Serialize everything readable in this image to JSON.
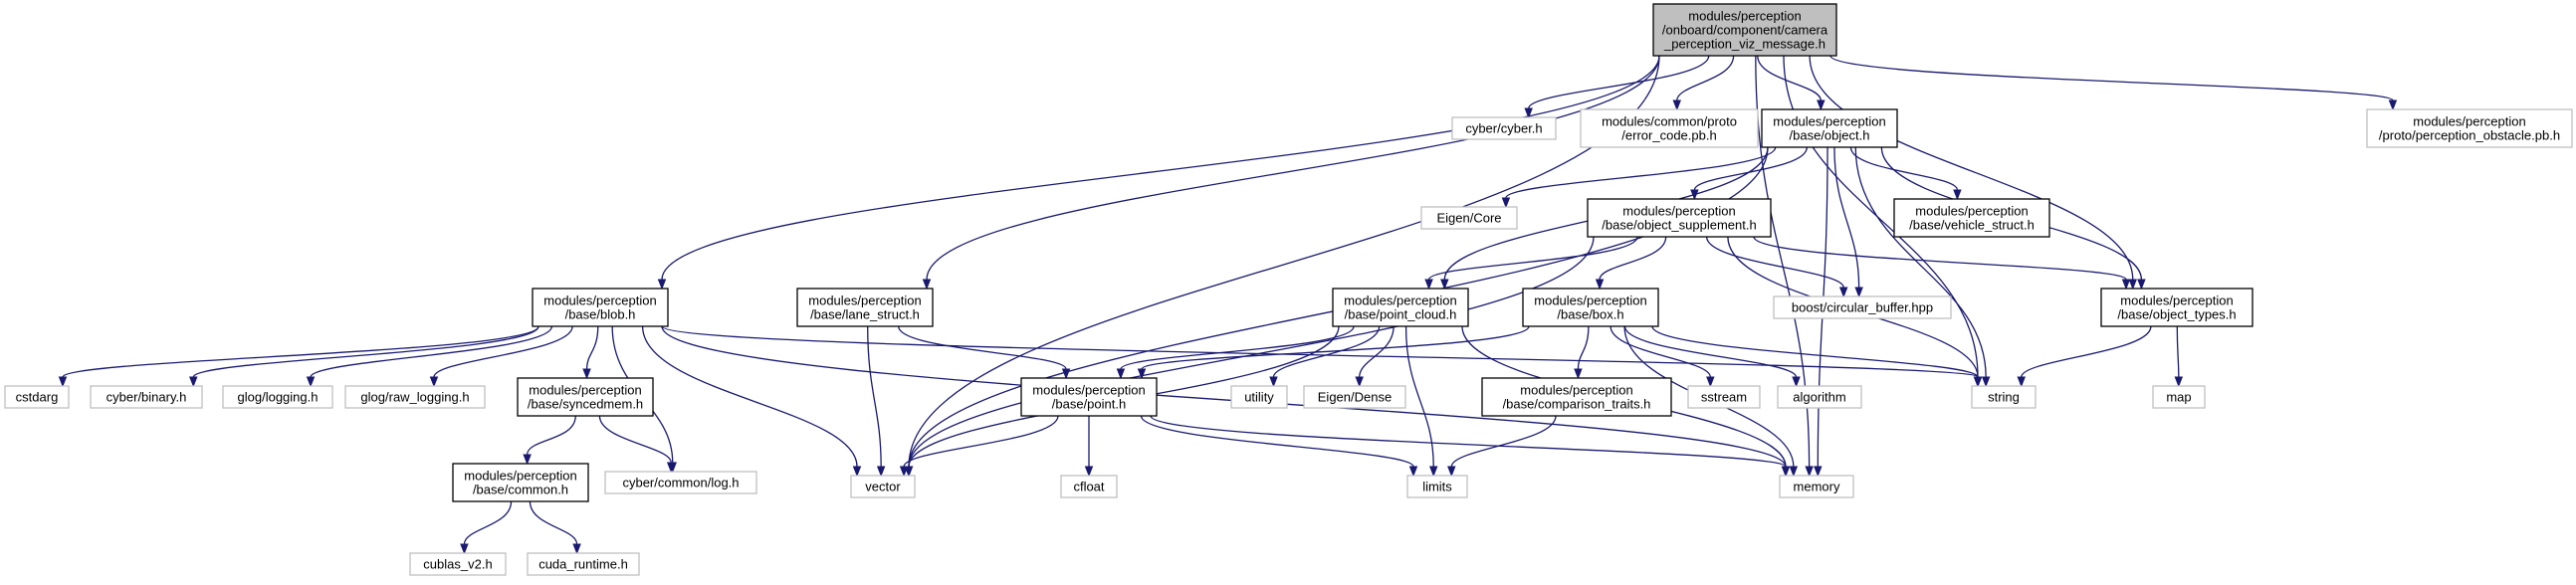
{
  "graph": {
    "nodes": [
      {
        "id": "root",
        "lines": [
          "modules/perception",
          "/onboard/component/camera",
          "_perception_viz_message.h"
        ]
      },
      {
        "id": "cyber_h",
        "lines": [
          "cyber/cyber.h"
        ]
      },
      {
        "id": "error_code",
        "lines": [
          "modules/common/proto",
          "/error_code.pb.h"
        ]
      },
      {
        "id": "object_h",
        "lines": [
          "modules/perception",
          "/base/object.h"
        ]
      },
      {
        "id": "perception_obstacle",
        "lines": [
          "modules/perception",
          "/proto/perception_obstacle.pb.h"
        ]
      },
      {
        "id": "eigen_core",
        "lines": [
          "Eigen/Core"
        ]
      },
      {
        "id": "object_supplement",
        "lines": [
          "modules/perception",
          "/base/object_supplement.h"
        ]
      },
      {
        "id": "vehicle_struct",
        "lines": [
          "modules/perception",
          "/base/vehicle_struct.h"
        ]
      },
      {
        "id": "blob_h",
        "lines": [
          "modules/perception",
          "/base/blob.h"
        ]
      },
      {
        "id": "lane_struct",
        "lines": [
          "modules/perception",
          "/base/lane_struct.h"
        ]
      },
      {
        "id": "point_cloud",
        "lines": [
          "modules/perception",
          "/base/point_cloud.h"
        ]
      },
      {
        "id": "box_h",
        "lines": [
          "modules/perception",
          "/base/box.h"
        ]
      },
      {
        "id": "circular_buffer",
        "lines": [
          "boost/circular_buffer.hpp"
        ]
      },
      {
        "id": "object_types",
        "lines": [
          "modules/perception",
          "/base/object_types.h"
        ]
      },
      {
        "id": "cstdarg",
        "lines": [
          "cstdarg"
        ]
      },
      {
        "id": "cyber_binary",
        "lines": [
          "cyber/binary.h"
        ]
      },
      {
        "id": "glog_logging",
        "lines": [
          "glog/logging.h"
        ]
      },
      {
        "id": "glog_raw",
        "lines": [
          "glog/raw_logging.h"
        ]
      },
      {
        "id": "syncedmem",
        "lines": [
          "modules/perception",
          "/base/syncedmem.h"
        ]
      },
      {
        "id": "point_h",
        "lines": [
          "modules/perception",
          "/base/point.h"
        ]
      },
      {
        "id": "utility",
        "lines": [
          "utility"
        ]
      },
      {
        "id": "eigen_dense",
        "lines": [
          "Eigen/Dense"
        ]
      },
      {
        "id": "comparison_traits",
        "lines": [
          "modules/perception",
          "/base/comparison_traits.h"
        ]
      },
      {
        "id": "sstream",
        "lines": [
          "sstream"
        ]
      },
      {
        "id": "algorithm",
        "lines": [
          "algorithm"
        ]
      },
      {
        "id": "string",
        "lines": [
          "string"
        ]
      },
      {
        "id": "map",
        "lines": [
          "map"
        ]
      },
      {
        "id": "common_h",
        "lines": [
          "modules/perception",
          "/base/common.h"
        ]
      },
      {
        "id": "cyber_log",
        "lines": [
          "cyber/common/log.h"
        ]
      },
      {
        "id": "vector",
        "lines": [
          "vector"
        ]
      },
      {
        "id": "cfloat",
        "lines": [
          "cfloat"
        ]
      },
      {
        "id": "limits",
        "lines": [
          "limits"
        ]
      },
      {
        "id": "memory",
        "lines": [
          "memory"
        ]
      },
      {
        "id": "cublas",
        "lines": [
          "cublas_v2.h"
        ]
      },
      {
        "id": "cuda_runtime",
        "lines": [
          "cuda_runtime.h"
        ]
      }
    ],
    "edges": [
      [
        "root",
        "cyber_h"
      ],
      [
        "root",
        "error_code"
      ],
      [
        "root",
        "object_h"
      ],
      [
        "root",
        "perception_obstacle"
      ],
      [
        "root",
        "blob_h"
      ],
      [
        "root",
        "lane_struct"
      ],
      [
        "root",
        "vector"
      ],
      [
        "root",
        "object_types"
      ],
      [
        "root",
        "string"
      ],
      [
        "root",
        "memory"
      ],
      [
        "object_h",
        "eigen_core"
      ],
      [
        "object_h",
        "object_supplement"
      ],
      [
        "object_h",
        "vehicle_struct"
      ],
      [
        "object_h",
        "point_cloud"
      ],
      [
        "object_h",
        "circular_buffer"
      ],
      [
        "object_h",
        "object_types"
      ],
      [
        "object_h",
        "string"
      ],
      [
        "object_h",
        "vector"
      ],
      [
        "object_h",
        "memory"
      ],
      [
        "object_supplement",
        "point_cloud"
      ],
      [
        "object_supplement",
        "box_h"
      ],
      [
        "object_supplement",
        "circular_buffer"
      ],
      [
        "object_supplement",
        "object_types"
      ],
      [
        "object_supplement",
        "string"
      ],
      [
        "object_supplement",
        "vector"
      ],
      [
        "blob_h",
        "cstdarg"
      ],
      [
        "blob_h",
        "cyber_binary"
      ],
      [
        "blob_h",
        "glog_logging"
      ],
      [
        "blob_h",
        "glog_raw"
      ],
      [
        "blob_h",
        "syncedmem"
      ],
      [
        "blob_h",
        "cyber_log"
      ],
      [
        "blob_h",
        "vector"
      ],
      [
        "blob_h",
        "memory"
      ],
      [
        "blob_h",
        "string"
      ],
      [
        "lane_struct",
        "point_h"
      ],
      [
        "lane_struct",
        "vector"
      ],
      [
        "point_cloud",
        "point_h"
      ],
      [
        "point_cloud",
        "utility"
      ],
      [
        "point_cloud",
        "eigen_dense"
      ],
      [
        "point_cloud",
        "limits"
      ],
      [
        "point_cloud",
        "vector"
      ],
      [
        "point_cloud",
        "memory"
      ],
      [
        "box_h",
        "point_h"
      ],
      [
        "box_h",
        "comparison_traits"
      ],
      [
        "box_h",
        "sstream"
      ],
      [
        "box_h",
        "algorithm"
      ],
      [
        "box_h",
        "string"
      ],
      [
        "box_h",
        "memory"
      ],
      [
        "object_types",
        "string"
      ],
      [
        "object_types",
        "map"
      ],
      [
        "syncedmem",
        "common_h"
      ],
      [
        "syncedmem",
        "cyber_log"
      ],
      [
        "common_h",
        "cublas"
      ],
      [
        "common_h",
        "cuda_runtime"
      ],
      [
        "point_h",
        "vector"
      ],
      [
        "point_h",
        "cfloat"
      ],
      [
        "point_h",
        "limits"
      ],
      [
        "point_h",
        "memory"
      ],
      [
        "comparison_traits",
        "limits"
      ]
    ]
  }
}
